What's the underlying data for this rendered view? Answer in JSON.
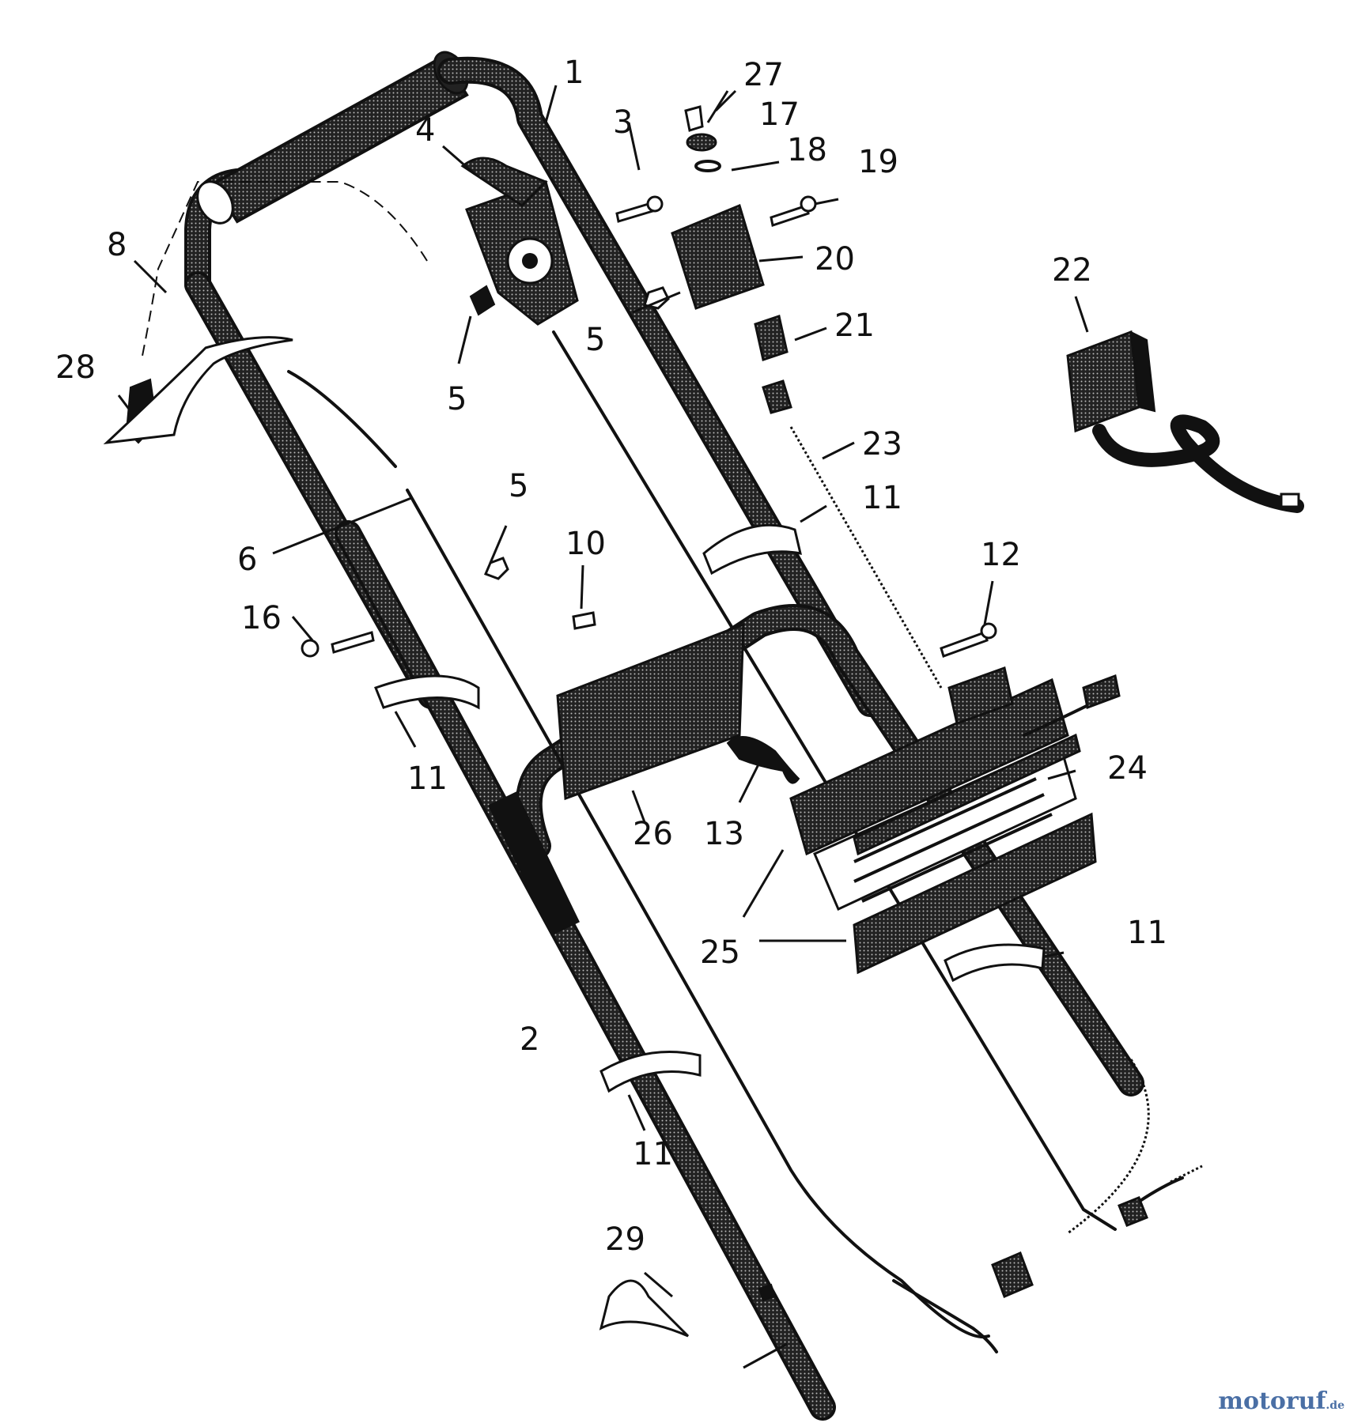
{
  "diagram": {
    "callouts": [
      {
        "id": "c1",
        "label": "1"
      },
      {
        "id": "c2",
        "label": "2"
      },
      {
        "id": "c3",
        "label": "3"
      },
      {
        "id": "c4",
        "label": "4"
      },
      {
        "id": "c5a",
        "label": "5"
      },
      {
        "id": "c5b",
        "label": "5"
      },
      {
        "id": "c5c",
        "label": "5"
      },
      {
        "id": "c6",
        "label": "6"
      },
      {
        "id": "c8",
        "label": "8"
      },
      {
        "id": "c10",
        "label": "10"
      },
      {
        "id": "c11a",
        "label": "11"
      },
      {
        "id": "c11b",
        "label": "11"
      },
      {
        "id": "c11c",
        "label": "11"
      },
      {
        "id": "c11d",
        "label": "11"
      },
      {
        "id": "c12",
        "label": "12"
      },
      {
        "id": "c13",
        "label": "13"
      },
      {
        "id": "c16",
        "label": "16"
      },
      {
        "id": "c17",
        "label": "17"
      },
      {
        "id": "c18",
        "label": "18"
      },
      {
        "id": "c19",
        "label": "19"
      },
      {
        "id": "c20",
        "label": "20"
      },
      {
        "id": "c21",
        "label": "21"
      },
      {
        "id": "c22",
        "label": "22"
      },
      {
        "id": "c23",
        "label": "23"
      },
      {
        "id": "c24",
        "label": "24"
      },
      {
        "id": "c25",
        "label": "25"
      },
      {
        "id": "c26",
        "label": "26"
      },
      {
        "id": "c27",
        "label": "27"
      },
      {
        "id": "c28",
        "label": "28"
      },
      {
        "id": "c29",
        "label": "29"
      }
    ]
  },
  "watermark": {
    "text": "motoruf",
    "suffix": ".de",
    "color": "#4a6fa5"
  }
}
